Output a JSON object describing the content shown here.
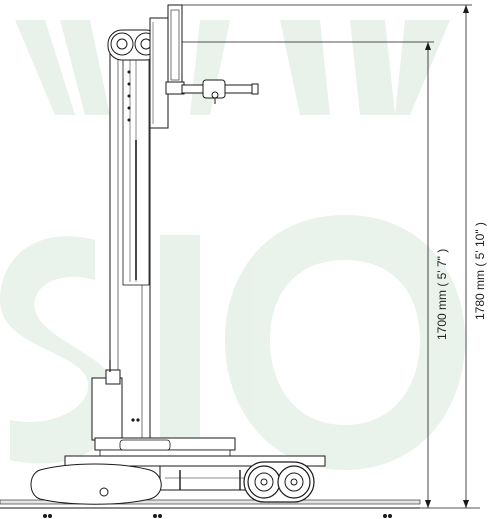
{
  "dimensions": [
    {
      "id": "inner",
      "label": "1700 mm ( 5' 7\" )"
    },
    {
      "id": "outer",
      "label": "1780 mm ( 5' 10\" )"
    }
  ],
  "colors": {
    "watermark": "#5d9a6e",
    "line": "#1a1a1a",
    "background": "#ffffff"
  }
}
